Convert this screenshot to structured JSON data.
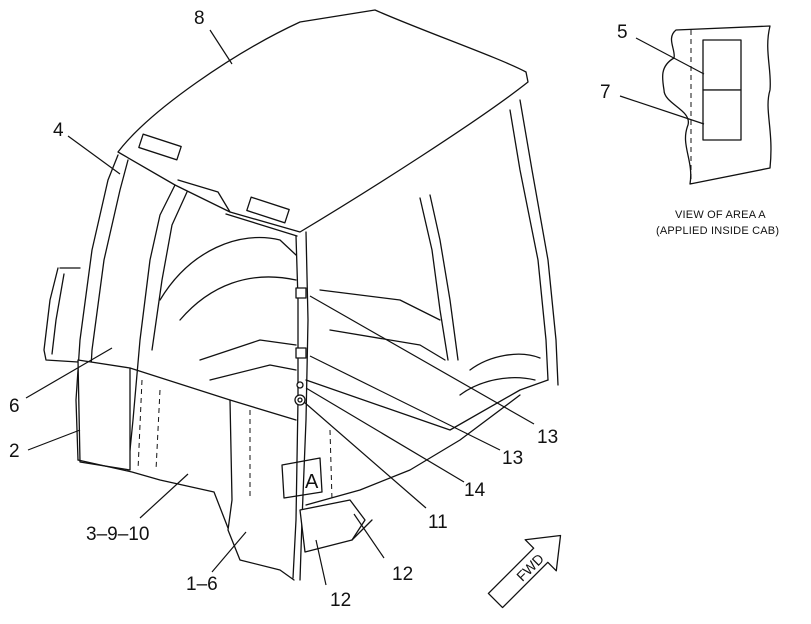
{
  "callouts": {
    "c8": "8",
    "c4": "4",
    "c6": "6",
    "c2": "2",
    "c3_9_10": "3–9–10",
    "c1_6": "1–6",
    "c12a": "12",
    "c12b": "12",
    "c11": "11",
    "c14": "14",
    "c13a": "13",
    "c13b": "13",
    "c5": "5",
    "c7": "7"
  },
  "area_marker": "A",
  "inset": {
    "caption_line1": "VIEW OF AREA  A",
    "caption_line2": "(APPLIED INSIDE CAB)"
  },
  "fwd_arrow": "FWD"
}
